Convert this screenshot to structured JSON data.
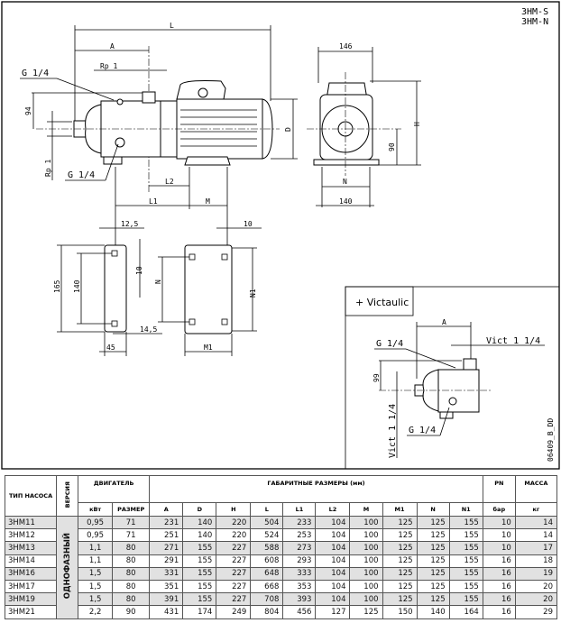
{
  "models": [
    "3HM-S",
    "3HM-N"
  ],
  "drawing": {
    "side_view": {
      "L": "L",
      "A": "A",
      "rp_top": "Rp 1",
      "g_top": "G 1/4",
      "g_bottom": "G 1/4",
      "rp_left": "Rp 1",
      "dim_94": "94",
      "D": "D",
      "L2": "L2",
      "L1": "L1",
      "M": "M"
    },
    "end_view": {
      "w146": "146",
      "H": "H",
      "dim_90": "90",
      "N": "N",
      "w140": "140"
    },
    "foot_left": {
      "d12_5": "12,5",
      "d165": "165",
      "d140": "140",
      "d10": "10",
      "d14_5": "14,5",
      "d45": "45"
    },
    "foot_right": {
      "d10": "10",
      "N": "N",
      "N1": "N1",
      "M1": "M1"
    },
    "victaulic": {
      "title": "+ Victaulic",
      "A": "A",
      "vict_top": "Vict 1 1/4",
      "g_top": "G 1/4",
      "dim_99": "99",
      "vict_left": "Vict 1 1/4",
      "g_bottom": "G 1/4",
      "code": "06409_B_DD"
    }
  },
  "table": {
    "headers": {
      "pump_type": "ТИП НАСОСА",
      "version": "ВЕРСИЯ",
      "motor": "ДВИГАТЕЛЬ",
      "dimensions": "ГАБАРИТНЫЕ РАЗМЕРЫ (мм)",
      "pn": "PN",
      "mass": "МАССА",
      "kw": "кВт",
      "size": "РАЗМЕР",
      "dims": [
        "A",
        "D",
        "H",
        "L",
        "L1",
        "L2",
        "M",
        "M1",
        "N",
        "N1"
      ],
      "bar": "бар",
      "kg": "кг"
    },
    "version_value": "ОДНОФАЗНЫЙ",
    "rows": [
      [
        "3HM11",
        "0,95",
        "71",
        "231",
        "140",
        "220",
        "504",
        "233",
        "104",
        "100",
        "125",
        "125",
        "155",
        "10",
        "14"
      ],
      [
        "3HM12",
        "0,95",
        "71",
        "251",
        "140",
        "220",
        "524",
        "253",
        "104",
        "100",
        "125",
        "125",
        "155",
        "10",
        "14"
      ],
      [
        "3HM13",
        "1,1",
        "80",
        "271",
        "155",
        "227",
        "588",
        "273",
        "104",
        "100",
        "125",
        "125",
        "155",
        "10",
        "17"
      ],
      [
        "3HM14",
        "1,1",
        "80",
        "291",
        "155",
        "227",
        "608",
        "293",
        "104",
        "100",
        "125",
        "125",
        "155",
        "16",
        "18"
      ],
      [
        "3HM16",
        "1,5",
        "80",
        "331",
        "155",
        "227",
        "648",
        "333",
        "104",
        "100",
        "125",
        "125",
        "155",
        "16",
        "19"
      ],
      [
        "3HM17",
        "1,5",
        "80",
        "351",
        "155",
        "227",
        "668",
        "353",
        "104",
        "100",
        "125",
        "125",
        "155",
        "16",
        "20"
      ],
      [
        "3HM19",
        "1,5",
        "80",
        "391",
        "155",
        "227",
        "708",
        "393",
        "104",
        "100",
        "125",
        "125",
        "155",
        "16",
        "20"
      ],
      [
        "3HM21",
        "2,2",
        "90",
        "431",
        "174",
        "249",
        "804",
        "456",
        "127",
        "125",
        "150",
        "140",
        "164",
        "16",
        "29"
      ]
    ]
  }
}
